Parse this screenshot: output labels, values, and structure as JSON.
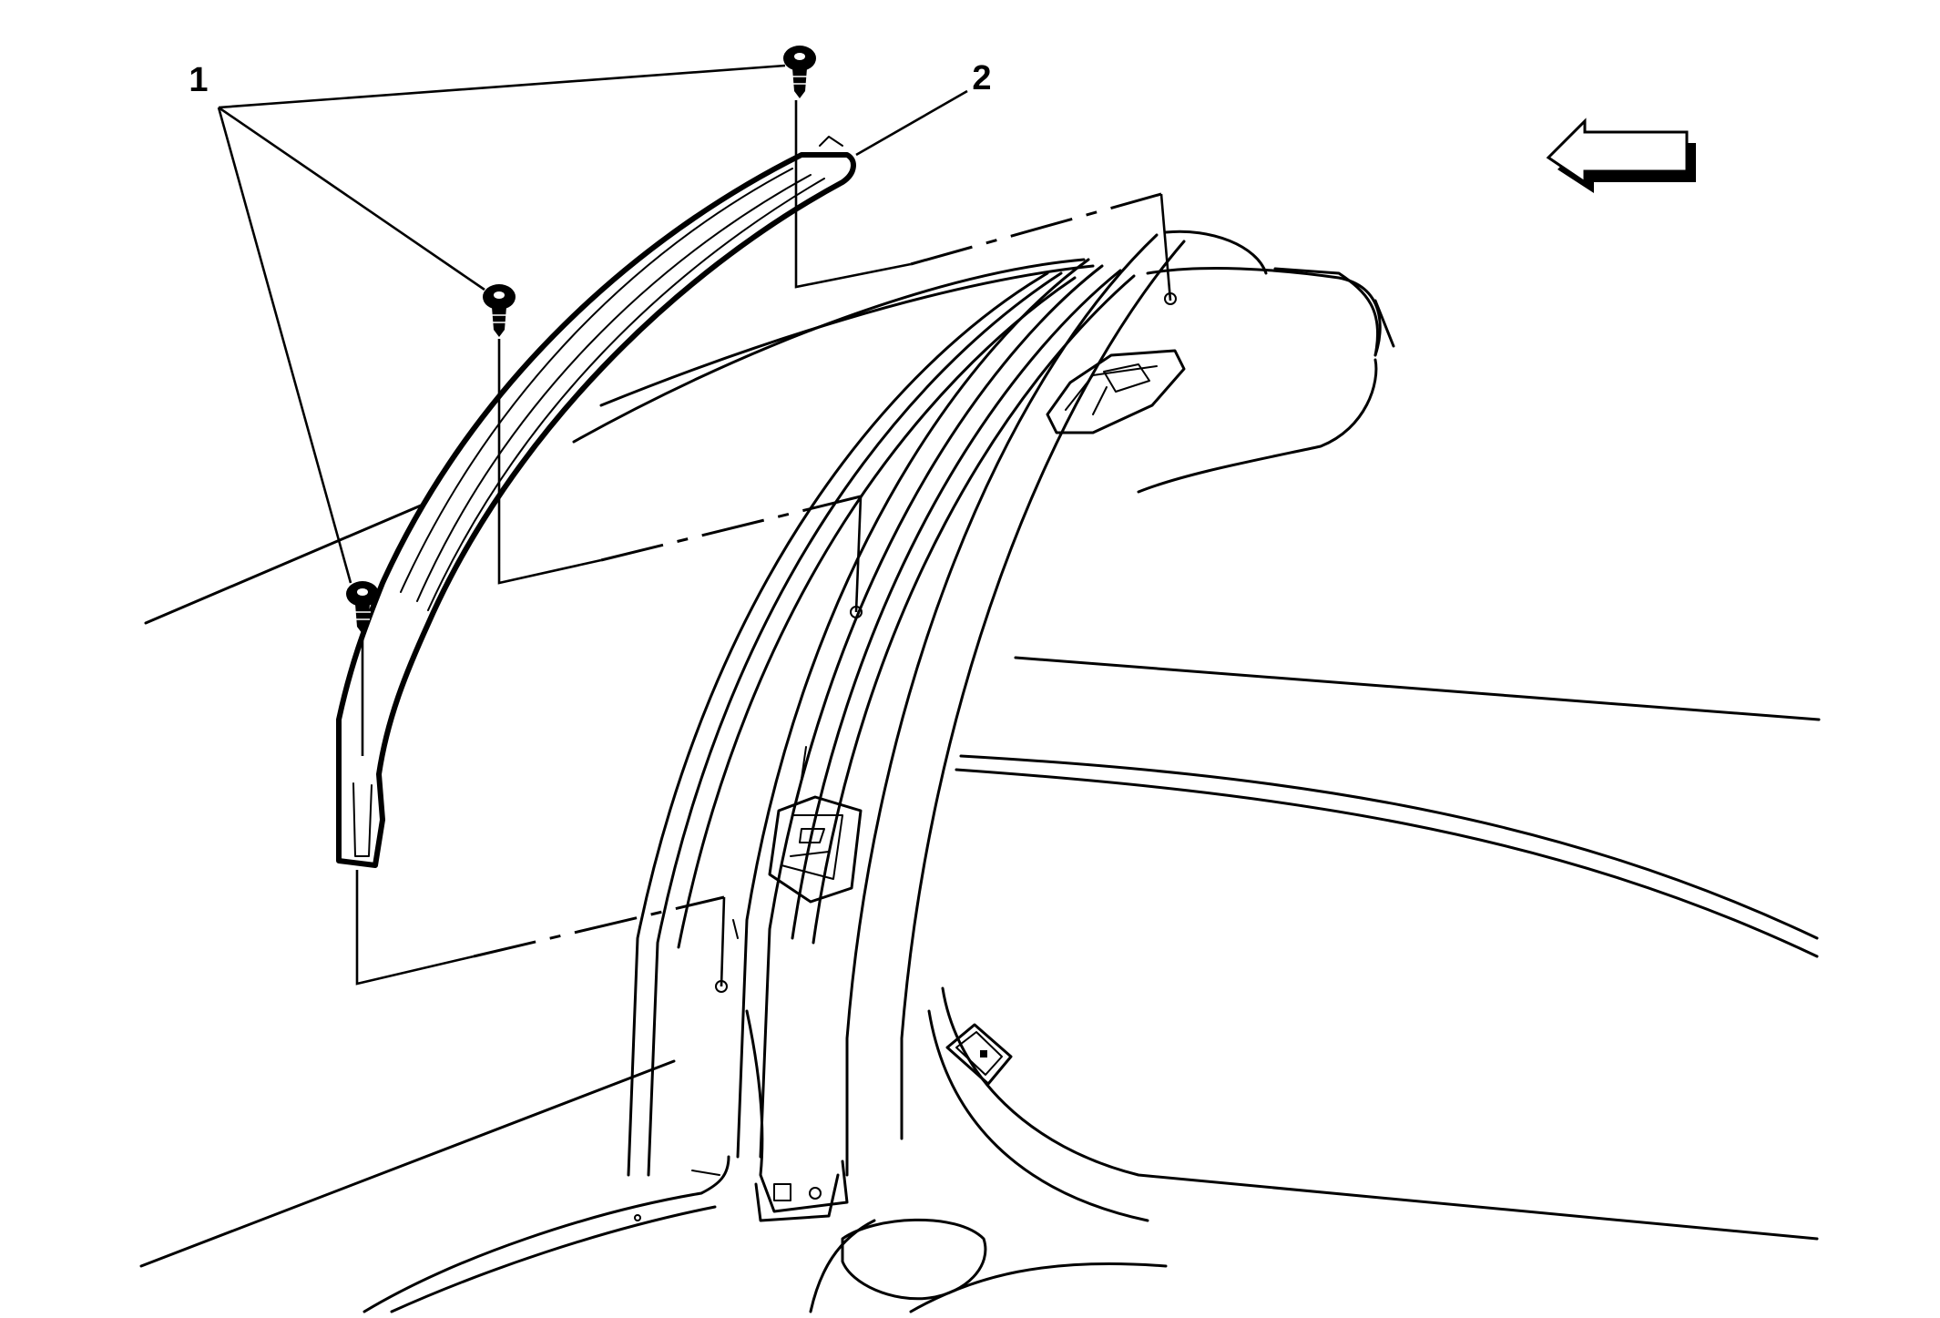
{
  "callouts": [
    {
      "id": "1",
      "label": "1"
    },
    {
      "id": "2",
      "label": "2"
    }
  ],
  "icons": {
    "direction_arrow": "left-arrow-icon",
    "fastener": "screw-icon"
  },
  "colors": {
    "ink": "#000000",
    "background": "#ffffff"
  }
}
